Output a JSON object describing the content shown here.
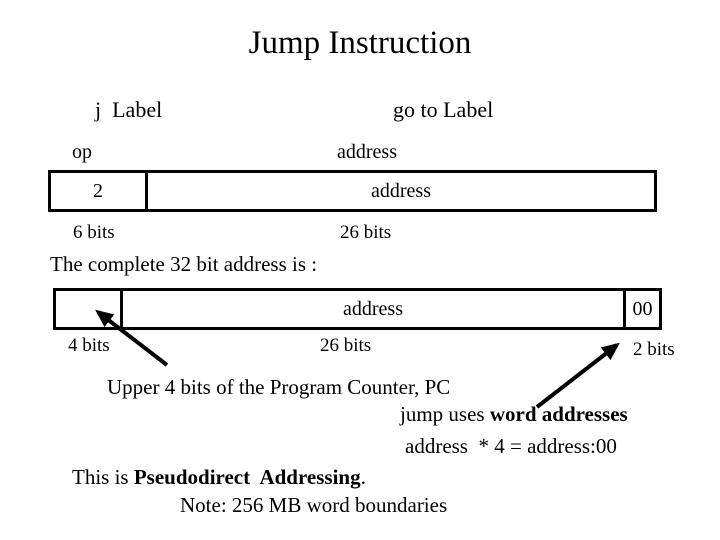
{
  "slide": {
    "title": "Jump Instruction",
    "colors": {
      "background": "#ffffff",
      "text": "#000000",
      "border": "#000000"
    },
    "instruction": {
      "asm": "j  Label",
      "meaning": "go to Label"
    },
    "field_headers": {
      "op": "op",
      "address": "address"
    },
    "format_box": {
      "cells": [
        {
          "value": "2"
        },
        {
          "value": "address"
        }
      ],
      "bits": [
        {
          "label": "6 bits"
        },
        {
          "label": "26 bits"
        }
      ]
    },
    "complete_line": "The complete 32 bit address is :",
    "address_box": {
      "cells": [
        {
          "value": ""
        },
        {
          "value": "address"
        },
        {
          "value": "00"
        }
      ],
      "bits": [
        {
          "label": "4 bits"
        },
        {
          "label": "26 bits"
        },
        {
          "label": "2 bits"
        }
      ]
    },
    "notes": {
      "upper_bits": "Upper 4 bits of the Program Counter, PC",
      "jump_prefix": "jump uses ",
      "jump_bold": "word addresses",
      "formula": "address  * 4 = address:00",
      "this_prefix": "This is ",
      "this_bold": "Pseudodirect  Addressing",
      "this_suffix": ".",
      "note_line": "Note: 256 MB word boundaries"
    }
  }
}
